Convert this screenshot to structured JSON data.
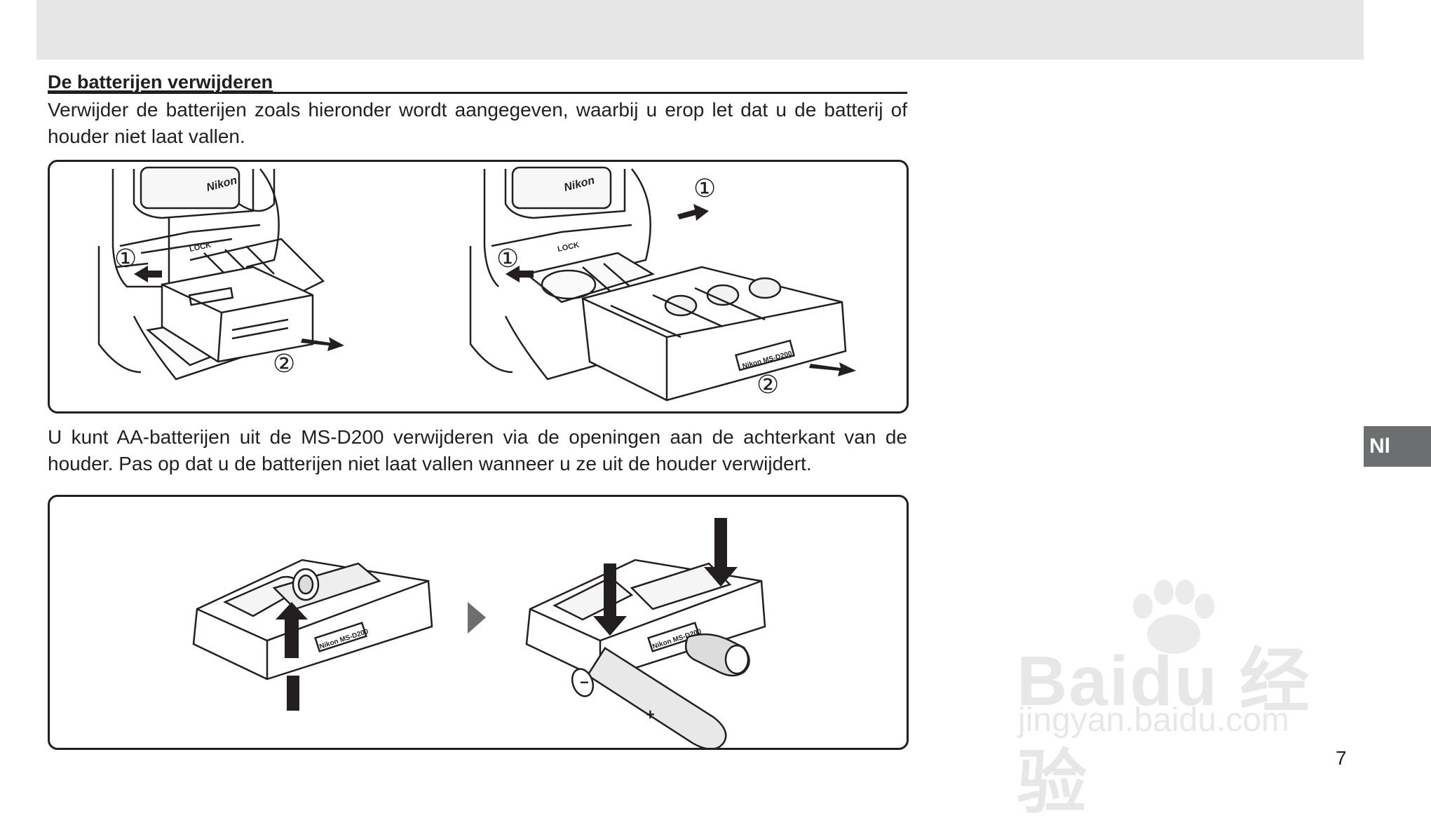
{
  "heading": "De batterijen verwijderen",
  "paragraph1": "Verwijder de batterijen zoals hieronder wordt aangegeven, waarbij u erop let dat u de batterij of houder niet laat vallen.",
  "paragraph2": "U kunt AA-batterijen uit de MS-D200 verwijderen via de openingen aan de achterkant van de houder. Pas op dat u de batterijen niet laat vallen wanneer u ze uit de houder verwijdert.",
  "figure1": {
    "left": {
      "brand": "Nikon",
      "lock": "LOCK",
      "step1": "①",
      "step2": "②"
    },
    "right": {
      "brand": "Nikon",
      "lock": "LOCK",
      "step1a": "①",
      "step1b": "①",
      "step2": "②",
      "holder": "Nikon MS-D200"
    }
  },
  "figure2": {
    "left_holder": "Nikon MS-D200",
    "right_holder": "Nikon MS-D200",
    "plus": "+",
    "minus": "−"
  },
  "side_tab": "Nl",
  "page_number": "7",
  "watermark": {
    "brand": "Baidu 经验",
    "url": "jingyan.baidu.com"
  },
  "colors": {
    "ink": "#231f20",
    "band": "#e6e6e6",
    "tab": "#6d6e70"
  }
}
